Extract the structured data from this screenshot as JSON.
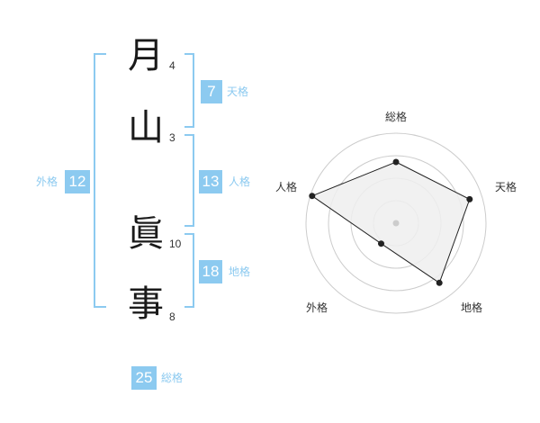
{
  "name": {
    "characters": [
      {
        "char": "月",
        "strokes": "4"
      },
      {
        "char": "山",
        "strokes": "3"
      },
      {
        "char": "眞",
        "strokes": "10"
      },
      {
        "char": "事",
        "strokes": "8"
      }
    ]
  },
  "kaku": {
    "tenkaku": {
      "value": "7",
      "label": "天格"
    },
    "jinkaku": {
      "value": "13",
      "label": "人格"
    },
    "chikaku": {
      "value": "18",
      "label": "地格"
    },
    "gaikaku": {
      "value": "12",
      "label": "外格"
    },
    "soukaku": {
      "value": "25",
      "label": "総格"
    }
  },
  "radar": {
    "axes": [
      "総格",
      "天格",
      "地格",
      "外格",
      "人格"
    ],
    "levels": 4,
    "values": [
      0.68,
      0.86,
      0.82,
      0.28,
      0.98
    ],
    "colors": {
      "grid": "#cccccc",
      "fill": "#eeeeee",
      "line": "#222222",
      "point": "#222222",
      "center": "#cccccc"
    }
  },
  "colors": {
    "accent": "#8ccaf0"
  }
}
